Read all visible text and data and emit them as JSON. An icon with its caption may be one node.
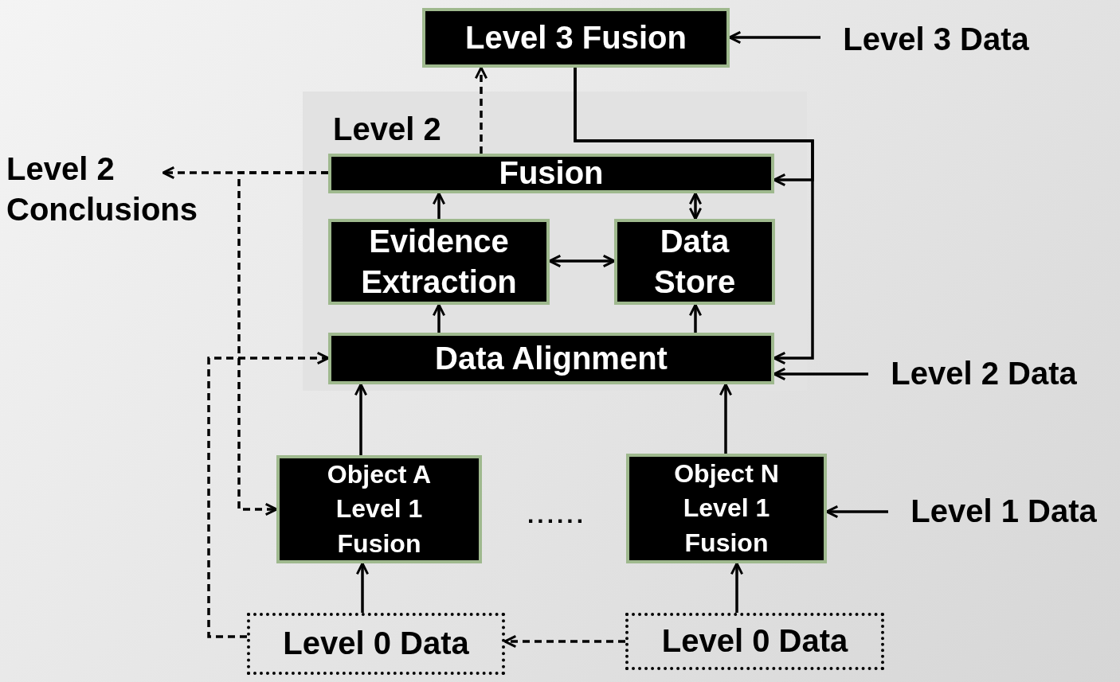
{
  "diagram": {
    "nodes": [
      {
        "text": [
          "Level 3 Fusion"
        ]
      },
      {
        "text": [
          "Level 3 Data"
        ]
      },
      {
        "text": [
          "Level 2"
        ]
      },
      {
        "text": [
          "Fusion"
        ],
        "in": 2
      },
      {
        "text": [
          "Evidence Extraction"
        ],
        "in": 2
      },
      {
        "text": [
          "Data Store"
        ],
        "in": 2
      },
      {
        "text": [
          "Data Alignment"
        ],
        "in": 2
      },
      {
        "text": [
          "Level 2 Conclusions"
        ]
      },
      {
        "text": [
          "Level 2 Data"
        ]
      },
      {
        "text": [
          "Object A Level 1 Fusion"
        ]
      },
      {
        "text": [
          "Object N Level 1 Fusion"
        ]
      },
      {
        "text": [
          "Level 1 Data"
        ]
      },
      {
        "text": [
          "Level 0 Data"
        ]
      },
      {
        "text": [
          "Level 0 Data"
        ]
      }
    ],
    "edges": [
      {
        "from": 1,
        "to": 0,
        "arrow": "to"
      },
      {
        "from": 3,
        "to": 0,
        "arrow": "to",
        "style": "dashed"
      },
      {
        "from": 0,
        "to": 3,
        "arrow": "to"
      },
      {
        "from": 0,
        "to": 6,
        "arrow": "to"
      },
      {
        "from": 3,
        "to": 7,
        "arrow": "to",
        "style": "dashed"
      },
      {
        "from": 3,
        "to": 9,
        "arrow": "to",
        "style": "dashed"
      },
      {
        "from": 4,
        "to": 3,
        "arrow": "to"
      },
      {
        "from": 5,
        "to": 3,
        "arrow": "both"
      },
      {
        "from": 4,
        "to": 5,
        "arrow": "both"
      },
      {
        "from": 6,
        "to": 4,
        "arrow": "to"
      },
      {
        "from": 6,
        "to": 5,
        "arrow": "to"
      },
      {
        "from": 8,
        "to": 6,
        "arrow": "to"
      },
      {
        "from": 9,
        "to": 6,
        "arrow": "to"
      },
      {
        "from": 10,
        "to": 6,
        "arrow": "to"
      },
      {
        "from": 11,
        "to": 10,
        "arrow": "to"
      },
      {
        "from": 12,
        "to": 9,
        "arrow": "to"
      },
      {
        "from": 13,
        "to": 10,
        "arrow": "to"
      },
      {
        "from": 13,
        "to": 12,
        "arrow": "to",
        "style": "dashed"
      },
      {
        "from": 12,
        "to": 6,
        "arrow": "to",
        "style": "dashed"
      }
    ],
    "labels": [
      "......"
    ]
  }
}
